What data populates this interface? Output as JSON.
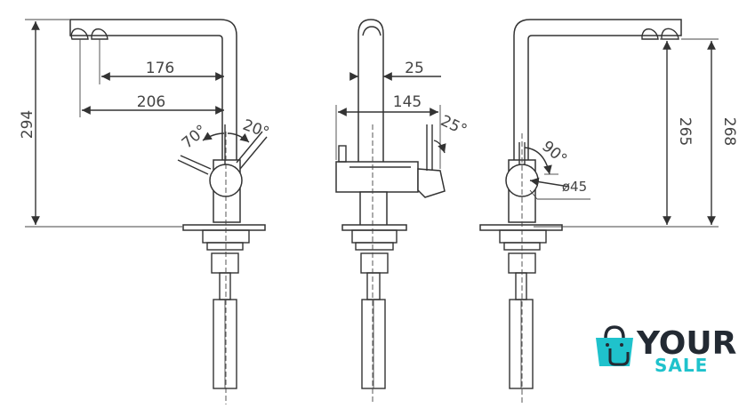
{
  "drawing": {
    "front": {
      "height_total": "294",
      "reach_inner": "176",
      "reach_outer": "206",
      "angle_left": "70°",
      "angle_right": "20°"
    },
    "side": {
      "spout_dia": "25",
      "depth": "145",
      "angle": "25°"
    },
    "back": {
      "height_spout": "265",
      "height_top": "268",
      "swivel": "90°",
      "body_dia": "ø45"
    }
  },
  "logo": {
    "word1": "YOUR",
    "word2": "SALE",
    "colors": {
      "dark": "#232a33",
      "accent": "#1fc2cc"
    },
    "icon": "shopping-bag-hand-icon"
  }
}
